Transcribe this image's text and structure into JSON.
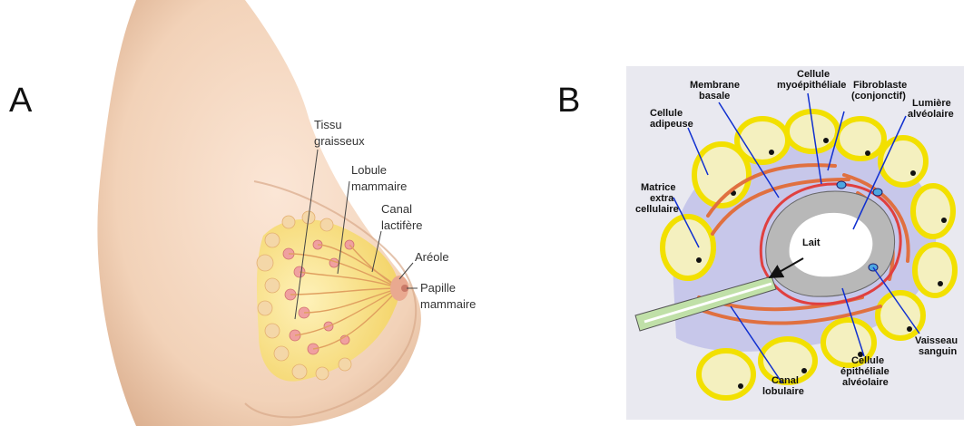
{
  "panels": {
    "a": {
      "letter": "A",
      "labels": {
        "tissu_l1": "Tissu",
        "tissu_l2": "graisseux",
        "lobule_l1": "Lobule",
        "lobule_l2": "mammaire",
        "canal_l1": "Canal",
        "canal_l2": "lactifère",
        "areole": "Aréole",
        "papille_l1": "Papille",
        "papille_l2": "mammaire"
      }
    },
    "b": {
      "letter": "B",
      "labels": {
        "cellule_adipeuse_l1": "Cellule",
        "cellule_adipeuse_l2": "adipeuse",
        "membrane_l1": "Membrane",
        "membrane_l2": "basale",
        "myo_l1": "Cellule",
        "myo_l2": "myoépithéliale",
        "fibro_l1": "Fibroblaste",
        "fibro_l2": "(conjonctif)",
        "lumiere_l1": "Lumière",
        "lumiere_l2": "alvéolaire",
        "matrice_l1": "Matrice",
        "matrice_l2": "extra",
        "matrice_l3": "cellulaire",
        "lait": "Lait",
        "vaisseau_l1": "Vaisseau",
        "vaisseau_l2": "sanguin",
        "epith_l1": "Cellule",
        "epith_l2": "épithéliale",
        "epith_l3": "alvéolaire",
        "canal_l1": "Canal",
        "canal_l2": "lobulaire"
      }
    }
  },
  "colors": {
    "skin": "#f2d2b8",
    "skin_shadow": "#e3b494",
    "gland_yellow": "#f3d25a",
    "lobule_pink": "#f0a0a0",
    "panel_bg": "#e8e8f0",
    "adipocyte_ring": "#f5e500",
    "adipocyte_fill": "#f4f1c0",
    "stroma": "#c9c9ea",
    "fibroblast": "#e07040",
    "epithelium": "#b5b5b5",
    "pointer_blue": "#1030d0"
  }
}
